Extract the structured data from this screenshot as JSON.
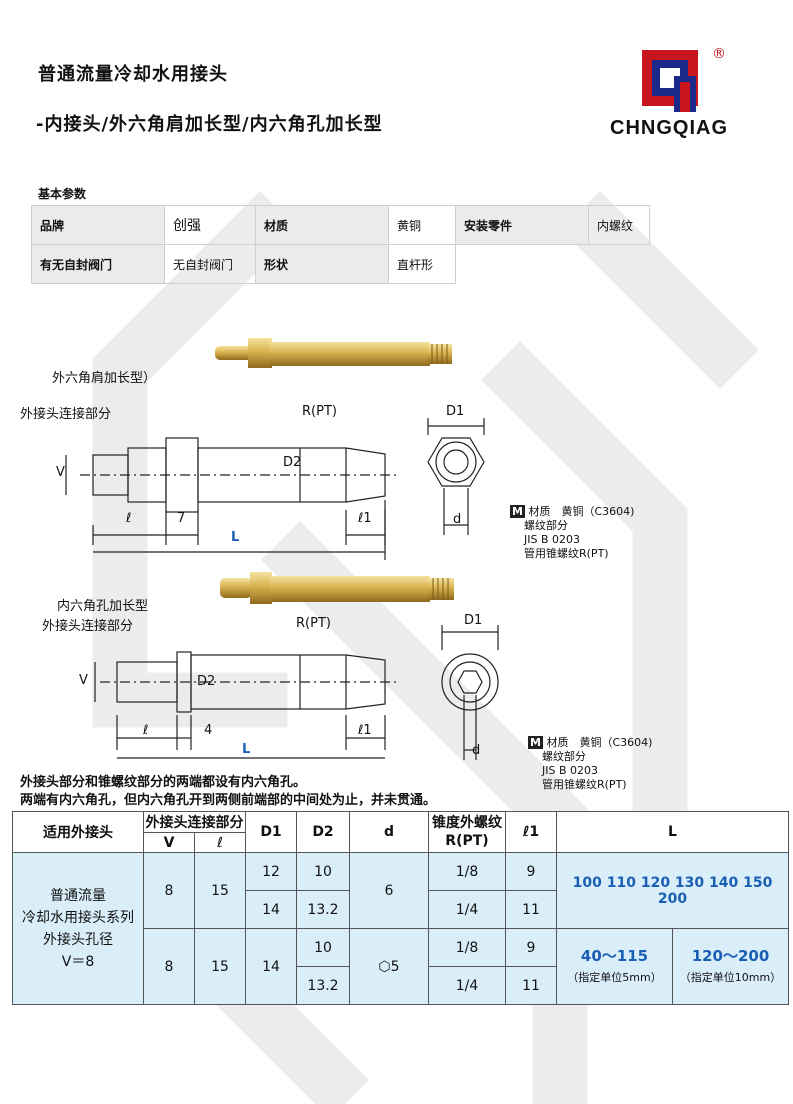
{
  "header": {
    "title_line1": "普通流量冷却水用接头",
    "title_line2": "-内接头/外六角肩加长型/内六角孔加长型",
    "logo_text": "CHNGQIAG",
    "logo_registered": "®"
  },
  "params": {
    "section_title": "基本参数",
    "rows": [
      [
        {
          "k": "品牌",
          "v": "创强"
        },
        {
          "k": "材质",
          "v": "黄铜"
        },
        {
          "k": "安装零件",
          "v": "内螺纹"
        }
      ],
      [
        {
          "k": "有无自封阀门",
          "v": "无自封阀门"
        },
        {
          "k": "形状",
          "v": "直杆形"
        }
      ]
    ]
  },
  "drawing1": {
    "type_label": "外六角肩加长型）",
    "connector_label": "外接头连接部分",
    "thread_label": "R(PT)",
    "v": "V",
    "d2": "D2",
    "d1": "D1",
    "d": "d",
    "l": "ℓ",
    "seven": "7",
    "l1": "ℓ1",
    "L": "L",
    "material_badge": "M",
    "material": "材质　黄铜（C3604)",
    "thread_part": "螺纹部分",
    "standard": "JIS B 0203",
    "thread_desc": "管用锥螺纹R(PT)"
  },
  "drawing2": {
    "type_label": "内六角孔加长型",
    "connector_label": "外接头连接部分",
    "thread_label": "R(PT)",
    "v": "V",
    "d2": "D2",
    "d1": "D1",
    "d": "d",
    "l": "ℓ",
    "four": "4",
    "l1": "ℓ1",
    "L": "L",
    "material_badge": "M",
    "material": "材质　黄铜（C3604)",
    "thread_part": "螺纹部分",
    "standard": "JIS B 0203",
    "thread_desc": "管用锥螺纹R(PT)"
  },
  "notes": {
    "line1": "外接头部分和锥螺纹部分的两端都设有内六角孔。",
    "line2": "两端有内六角孔，但内六角孔开到两侧前端部的中间处为止，并未贯通。"
  },
  "spec_table": {
    "h_fit": "适用外接头",
    "h_conn": "外接头连接部分",
    "h_v": "V",
    "h_l": "ℓ",
    "h_d1": "D1",
    "h_d2": "D2",
    "h_d": "d",
    "h_thread": "锥度外螺纹",
    "h_thread2": "R(PT)",
    "h_l1": "ℓ1",
    "h_L": "L",
    "fit_lines": [
      "普通流量",
      "冷却水用接头系列",
      "外接头孔径",
      "V＝8"
    ],
    "group1": {
      "v": "8",
      "l": "15",
      "d": "6",
      "rows": [
        {
          "d1": "12",
          "d2": "10",
          "r": "1/8",
          "l1": "9"
        },
        {
          "d1": "14",
          "d2": "13.2",
          "r": "1/4",
          "l1": "11"
        }
      ],
      "L": "100 110 120 130 140 150 200"
    },
    "group2": {
      "v": "8",
      "l": "15",
      "d1": "14",
      "d": "⬡5",
      "rows": [
        {
          "d2": "10",
          "r": "1/8",
          "l1": "9"
        },
        {
          "d2": "13.2",
          "r": "1/4",
          "l1": "11"
        }
      ],
      "L_a": "40～115",
      "L_a_note": "（指定单位5mm）",
      "L_b": "120～200",
      "L_b_note": "（指定单位10mm）"
    }
  }
}
